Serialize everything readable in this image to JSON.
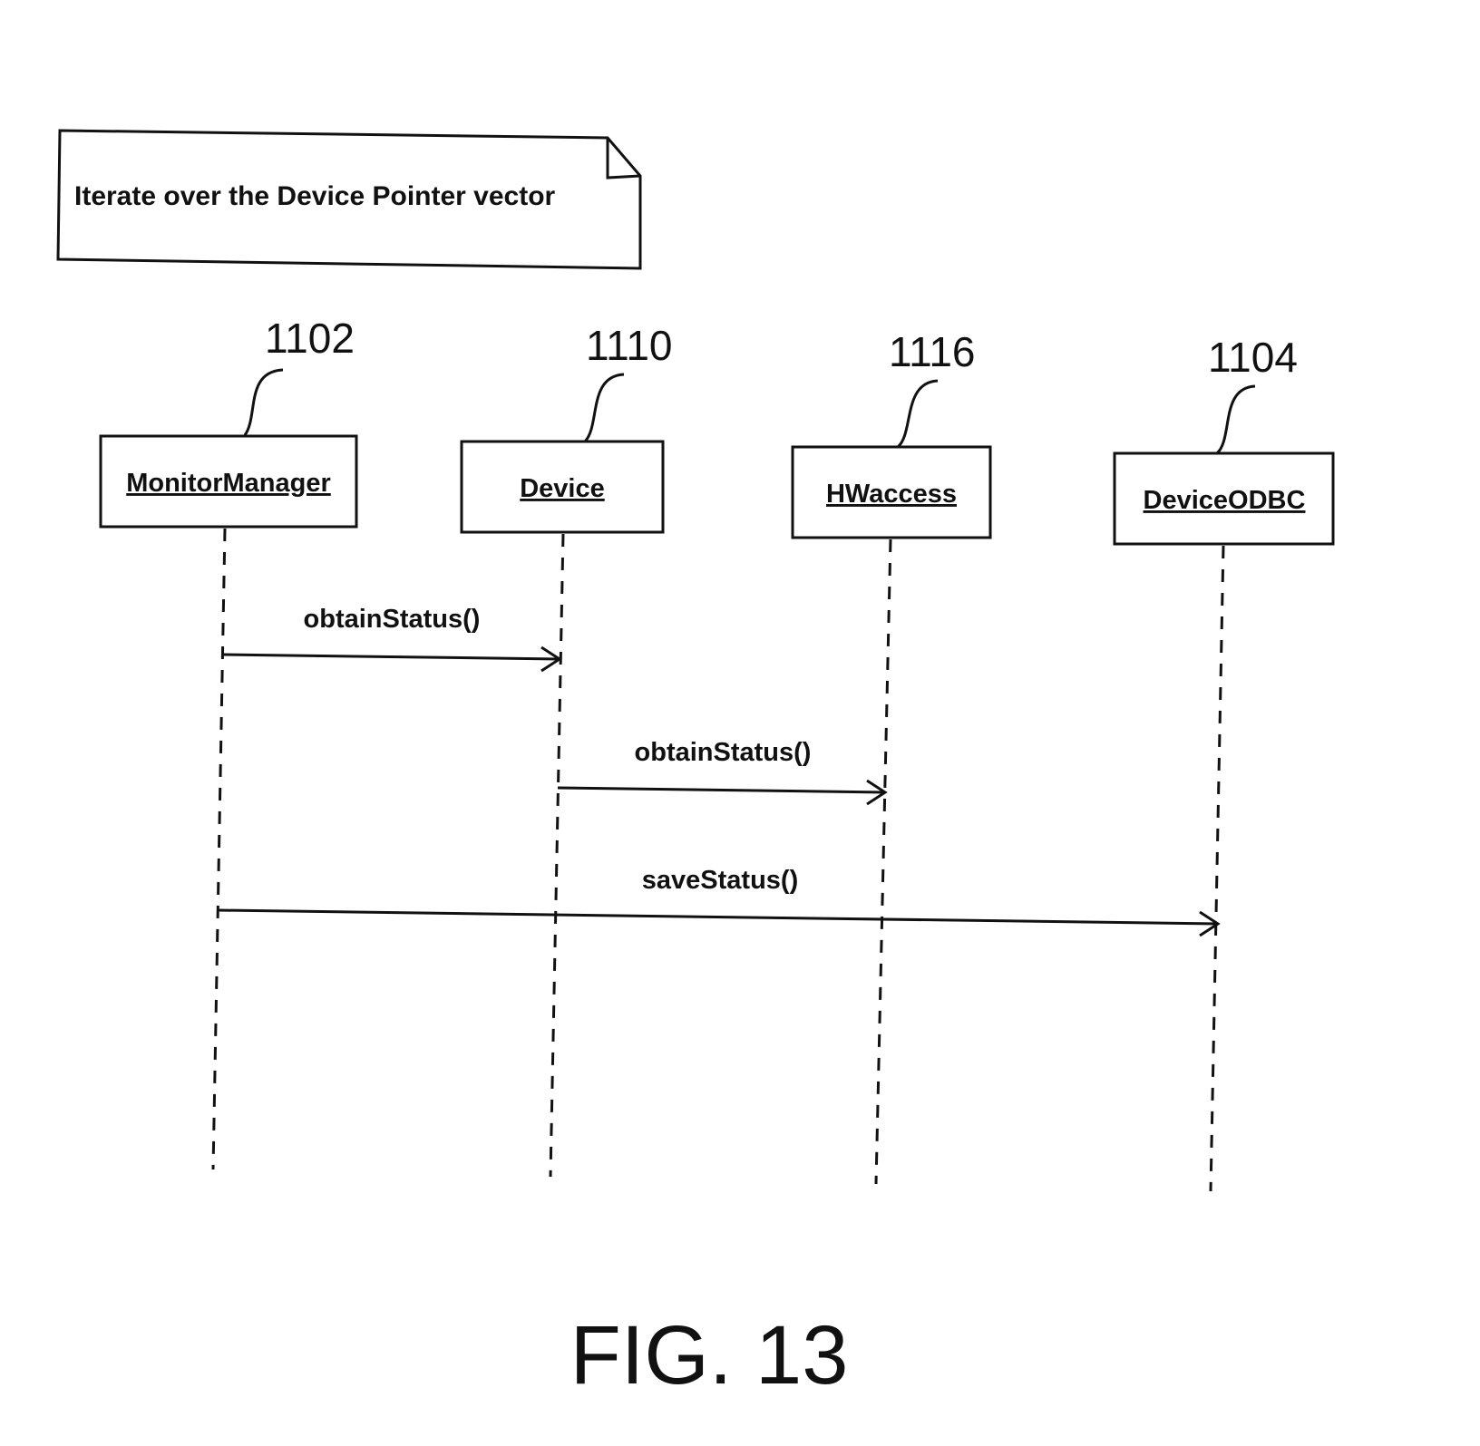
{
  "note": {
    "text": "Iterate over the Device Pointer vector"
  },
  "objects": [
    {
      "id": "monitor-manager",
      "ref": "1102",
      "label": "MonitorManager"
    },
    {
      "id": "device",
      "ref": "1110",
      "label": "Device"
    },
    {
      "id": "hwaccess",
      "ref": "1116",
      "label": "HWaccess"
    },
    {
      "id": "device-odbc",
      "ref": "1104",
      "label": "DeviceODBC"
    }
  ],
  "messages": [
    {
      "label": "obtainStatus()",
      "from": "MonitorManager",
      "to": "Device"
    },
    {
      "label": "obtainStatus()",
      "from": "Device",
      "to": "HWaccess"
    },
    {
      "label": "saveStatus()",
      "from": "MonitorManager",
      "to": "DeviceODBC"
    }
  ],
  "figure": {
    "caption": "FIG. 13"
  },
  "colors": {
    "ink": "#111111",
    "background": "#ffffff"
  }
}
